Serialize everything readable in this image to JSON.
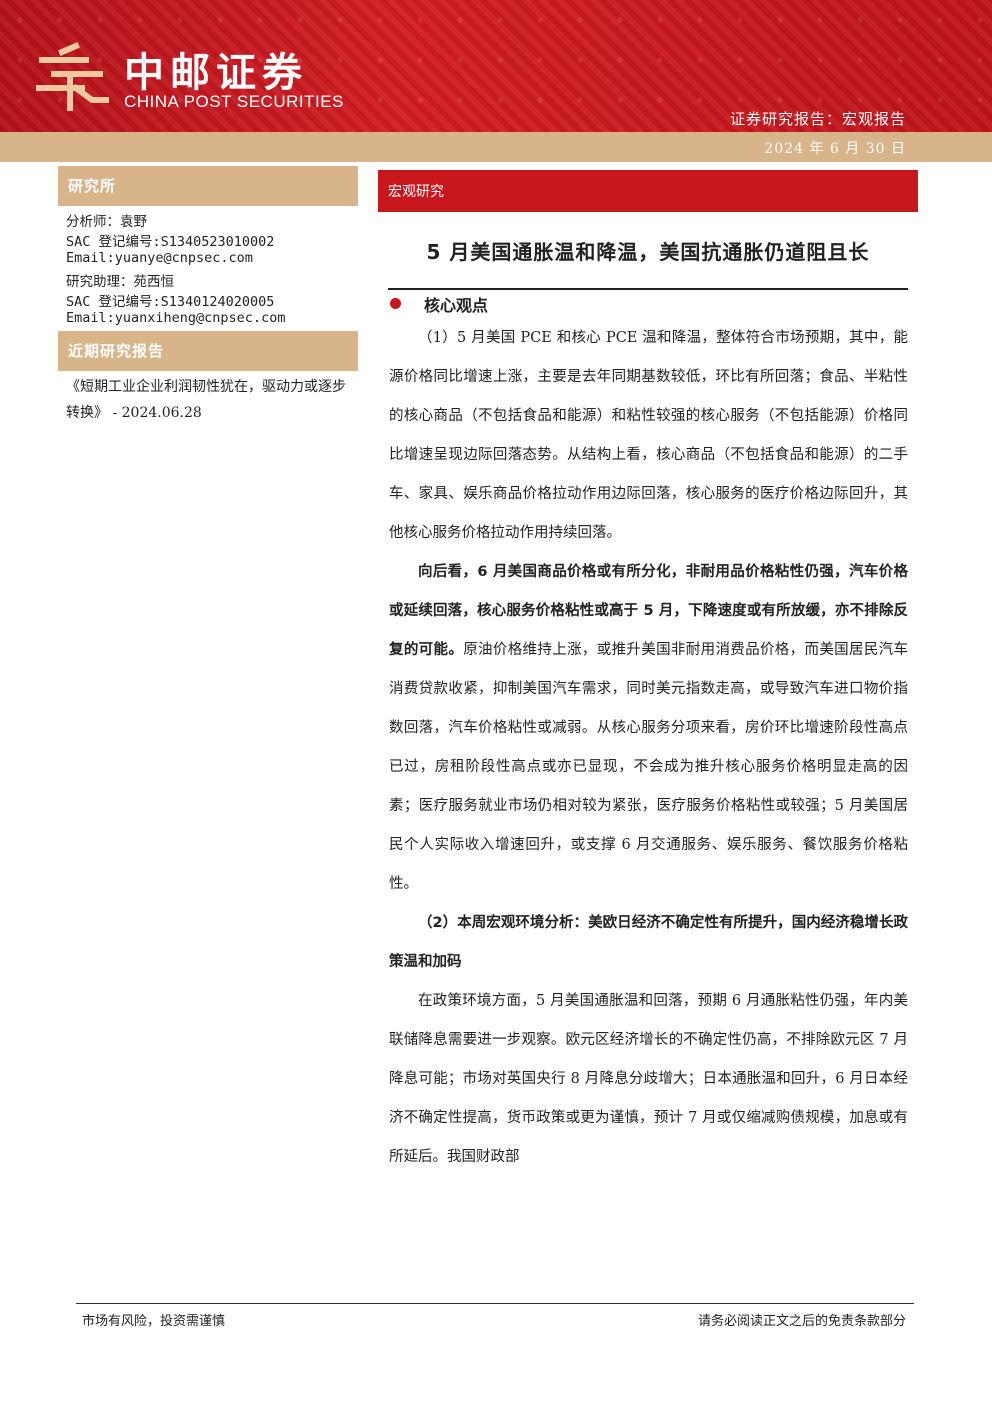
{
  "header": {
    "logo_cn": "中邮证券",
    "logo_en": "CHINA POST SECURITIES",
    "report_type": "证券研究报告：宏观报告",
    "date": "2024 年 6 月 30 日"
  },
  "sidebar": {
    "institute_label": "研究所",
    "analyst": "分析师：袁野",
    "analyst_sac": "SAC 登记编号:S1340523010002",
    "analyst_email": "Email:yuanye@cnpsec.com",
    "assistant": "研究助理：苑西恒",
    "assistant_sac": "SAC 登记编号:S1340124020005",
    "assistant_email": "Email:yuanxiheng@cnpsec.com",
    "recent_label": "近期研究报告",
    "recent_report": "《短期工业企业利润韧性犹在，驱动力或逐步转换》 - 2024.06.28"
  },
  "main": {
    "topic": "宏观研究",
    "title": "5 月美国通胀温和降温，美国抗通胀仍道阻且长",
    "core_heading": "核心观点",
    "p1": "（1）5 月美国 PCE 和核心 PCE 温和降温，整体符合市场预期，其中，能源价格同比增速上涨，主要是去年同期基数较低，环比有所回落；食品、半粘性的核心商品（不包括食品和能源）和粘性较强的核心服务（不包括能源）价格同比增速呈现边际回落态势。从结构上看，核心商品（不包括食品和能源）的二手车、家具、娱乐商品价格拉动作用边际回落，核心服务的医疗价格边际回升，其他核心服务价格拉动作用持续回落。",
    "p2_bold": "向后看，6 月美国商品价格或有所分化，非耐用品价格粘性仍强，汽车价格或延续回落，核心服务价格粘性或高于 5 月，下降速度或有所放缓，亦不排除反复的可能。",
    "p2_rest": "原油价格维持上涨，或推升美国非耐用消费品价格，而美国居民汽车消费贷款收紧，抑制美国汽车需求，同时美元指数走高，或导致汽车进口物价指数回落，汽车价格粘性或减弱。从核心服务分项来看，房价环比增速阶段性高点已过，房租阶段性高点或亦已显现，不会成为推升核心服务价格明显走高的因素；医疗服务就业市场仍相对较为紧张，医疗服务价格粘性或较强；5 月美国居民个人实际收入增速回升，或支撑 6 月交通服务、娱乐服务、餐饮服务价格粘性。",
    "p3_bold": "（2）本周宏观环境分析：美欧日经济不确定性有所提升，国内经济稳增长政策温和加码",
    "p4": "在政策环境方面，5 月美国通胀温和回落，预期 6 月通胀粘性仍强，年内美联储降息需要进一步观察。欧元区经济增长的不确定性仍高，不排除欧元区 7 月降息可能；市场对英国央行 8 月降息分歧增大；日本通胀温和回升，6 月日本经济不确定性提高，货币政策或更为谨慎，预计 7 月或仅缩减购债规模，加息或有所延后。我国财政部"
  },
  "footer": {
    "left": "市场有风险，投资需谨慎",
    "right": "请务必阅读正文之后的免责条款部分"
  }
}
